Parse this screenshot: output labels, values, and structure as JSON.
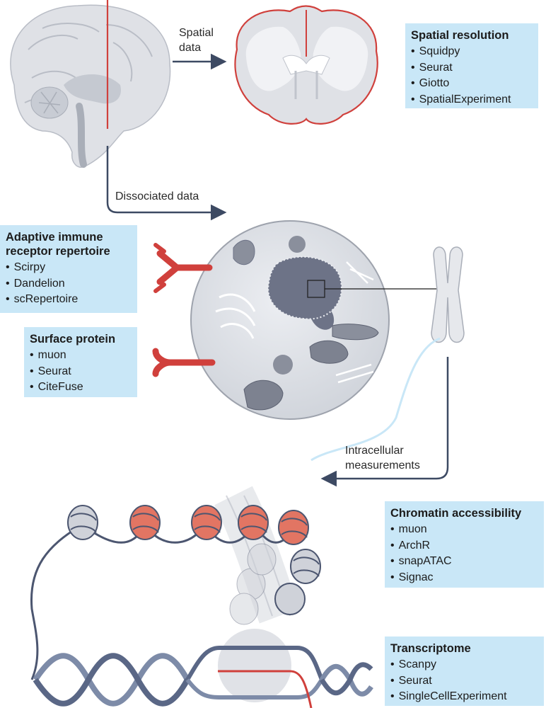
{
  "labels": {
    "spatial_arrow": [
      "Spatial",
      "data"
    ],
    "dissociated_arrow": "Dissociated data",
    "intracellular_arrow": [
      "Intracellular",
      "measurements"
    ]
  },
  "boxes": {
    "spatial": {
      "title": "Spatial resolution",
      "items": [
        "Squidpy",
        "Seurat",
        "Giotto",
        "SpatialExperiment"
      ]
    },
    "immune": {
      "title": [
        "Adaptive immune",
        "receptor repertoire"
      ],
      "items": [
        "Scirpy",
        "Dandelion",
        "scRepertoire"
      ]
    },
    "surface": {
      "title": "Surface protein",
      "items": [
        "muon",
        "Seurat",
        "CiteFuse"
      ]
    },
    "chromatin": {
      "title": "Chromatin accessibility",
      "items": [
        "muon",
        "ArchR",
        "snapATAC",
        "Signac"
      ]
    },
    "transcriptome": {
      "title": "Transcriptome",
      "items": [
        "Scanpy",
        "Seurat",
        "SingleCellExperiment"
      ]
    }
  },
  "colors": {
    "box_fill": "#c9e7f7",
    "arrow": "#3d4a63",
    "accent_red": "#d0403c",
    "nucleosome_red": "#e27563",
    "tissue_grey": "#dfe1e6",
    "nucleus": "#6d7387"
  }
}
